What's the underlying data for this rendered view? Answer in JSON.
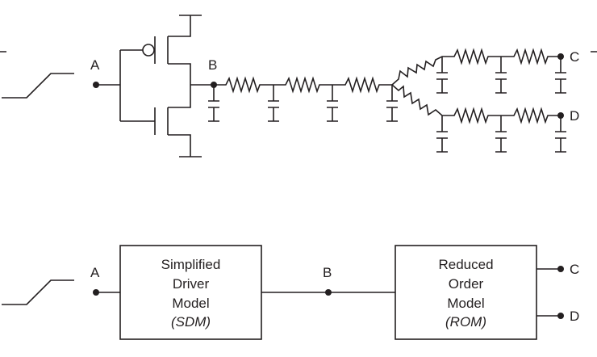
{
  "top_circuit": {
    "nodes": {
      "a": "A",
      "b": "B",
      "c": "C",
      "d": "D"
    }
  },
  "bottom_model": {
    "nodes": {
      "a": "A",
      "b": "B",
      "c": "C",
      "d": "D"
    },
    "sdm_block": {
      "lines": [
        "Simplified",
        "Driver",
        "Model"
      ],
      "abbr": "(SDM)"
    },
    "rom_block": {
      "lines": [
        "Reduced",
        "Order",
        "Model"
      ],
      "abbr": "(ROM)"
    }
  }
}
